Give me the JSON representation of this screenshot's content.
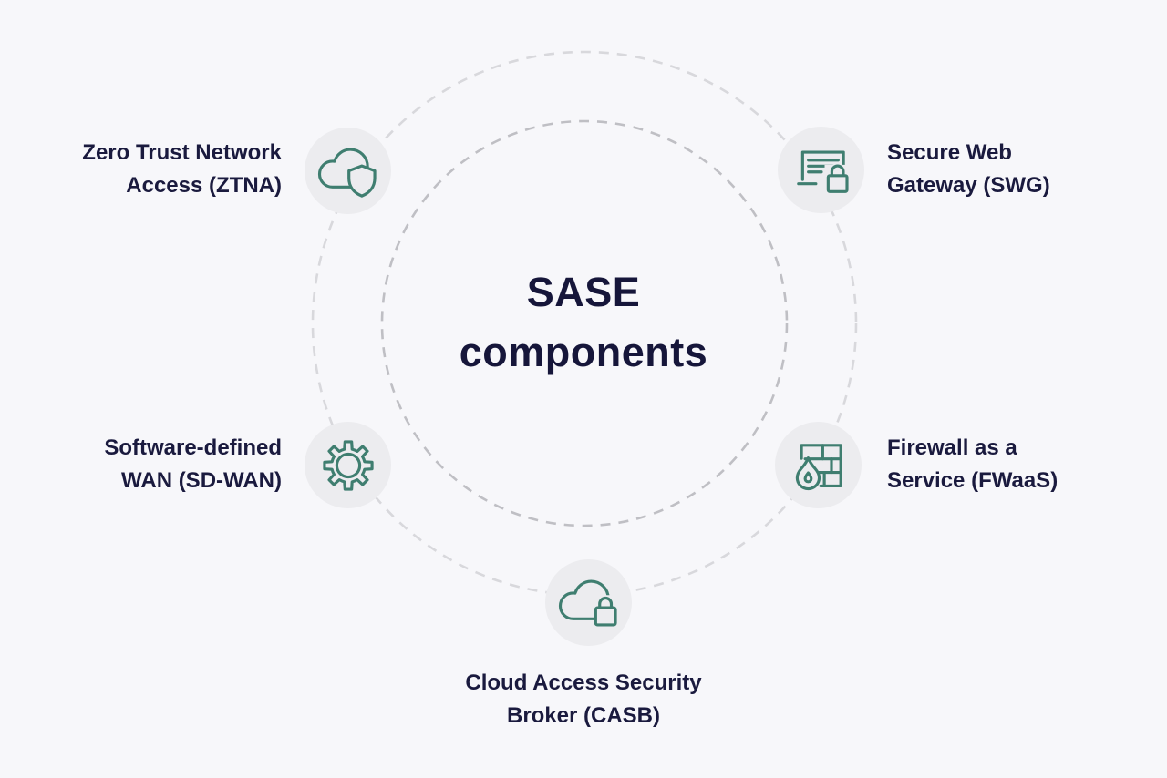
{
  "title": {
    "line1": "SASE",
    "line2": "components"
  },
  "colors": {
    "background": "#F7F7FA",
    "node_bg": "#ECECEF",
    "icon_stroke": "#3F7E70",
    "text": "#1A1A3E",
    "title_text": "#16163A",
    "ring_outer": "#D8D8DC",
    "ring_inner": "#BFBFC4"
  },
  "components": [
    {
      "id": "ztna",
      "icon": "cloud-shield-icon",
      "label1": "Zero Trust Network",
      "label2": "Access (ZTNA)"
    },
    {
      "id": "swg",
      "icon": "secure-web-gateway-icon",
      "label1": "Secure Web",
      "label2": "Gateway (SWG)"
    },
    {
      "id": "sdwan",
      "icon": "gear-icon",
      "label1": "Software-defined",
      "label2": "WAN (SD-WAN)"
    },
    {
      "id": "fwaas",
      "icon": "firewall-flame-icon",
      "label1": "Firewall as a",
      "label2": "Service (FWaaS)"
    },
    {
      "id": "casb",
      "icon": "cloud-lock-icon",
      "label1": "Cloud Access Security",
      "label2": "Broker (CASB)"
    }
  ]
}
